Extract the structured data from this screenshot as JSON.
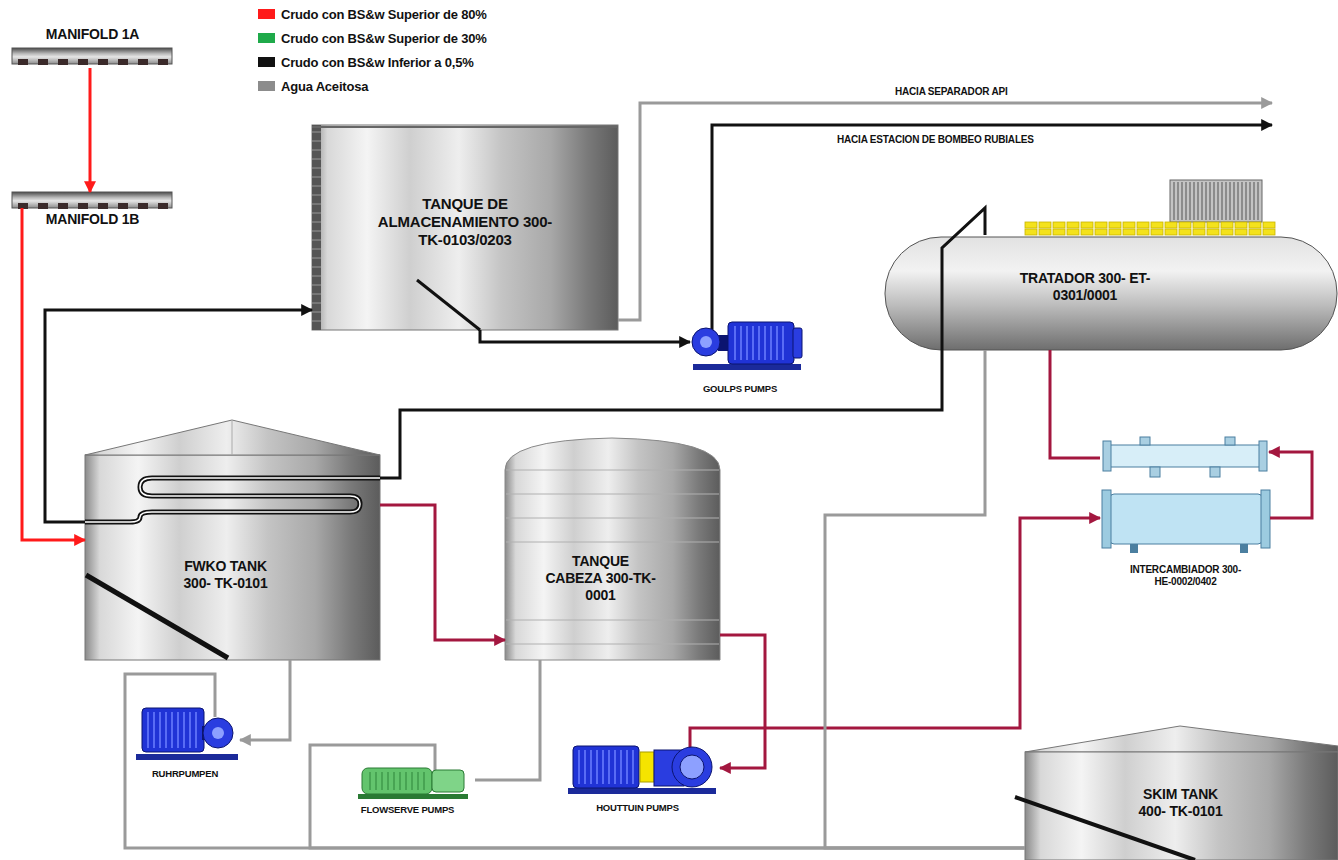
{
  "diagram": {
    "nodes": [
      {
        "text": [
          "MANIFOLD 1A"
        ]
      },
      {
        "text": [
          "MANIFOLD 1B"
        ]
      },
      {
        "text": [
          "TANQUE DE ALMACENAMIENTO 300- TK-0103/0203"
        ]
      },
      {
        "text": [
          "TRATADOR 300- ET-0301/0001"
        ]
      },
      {
        "text": [
          "GOULPS PUMPS"
        ]
      },
      {
        "text": [
          "FWKO TANK 300- TK-0101"
        ]
      },
      {
        "text": [
          "TANQUE CABEZA 300-TK- 0001"
        ]
      },
      {
        "text": [
          "INTERCAMBIADOR 300-HE-0002/0402"
        ]
      },
      {
        "text": [
          "RUHRPUMPEN"
        ]
      },
      {
        "text": [
          "FLOWSERVE PUMPS"
        ]
      },
      {
        "text": [
          "HOUTTUIN PUMPS"
        ]
      },
      {
        "text": [
          "SKIM TANK 400- TK-0101"
        ]
      }
    ],
    "edges": [
      {
        "from": 0,
        "to": 1,
        "arrow": "to"
      },
      {
        "from": 1,
        "to": 5,
        "arrow": "to"
      },
      {
        "from": 5,
        "to": 6,
        "arrow": "to"
      },
      {
        "from": 6,
        "to": 10,
        "arrow": "to"
      },
      {
        "from": 10,
        "to": 7,
        "arrow": "to"
      },
      {
        "from": 7,
        "to": 3,
        "arrow": "none"
      },
      {
        "from": 3,
        "to": 5,
        "arrow": "none"
      },
      {
        "from": 5,
        "to": 2,
        "arrow": "to"
      },
      {
        "from": 2,
        "to": 4,
        "arrow": "to"
      },
      {
        "from": 5,
        "to": 8,
        "arrow": "to"
      },
      {
        "from": 8,
        "to": 11,
        "arrow": "none"
      },
      {
        "from": 6,
        "to": 9,
        "arrow": "none"
      },
      {
        "from": 9,
        "to": 11,
        "arrow": "none"
      },
      {
        "from": 3,
        "to": 11,
        "arrow": "none"
      }
    ],
    "labels": [
      "HACIA SEPARADOR API",
      "HACIA ESTACION DE BOMBEO RUBIALES"
    ],
    "legend": [
      {
        "text": "Crudo con BS&w Superior de 80%",
        "color": "#ff1a1a"
      },
      {
        "text": "Crudo con BS&w Superior de 30%",
        "color": "#1faa4a"
      },
      {
        "text": "Crudo con BS&w Inferior a 0,5%",
        "color": "#111111"
      },
      {
        "text": "Agua Aceitosa",
        "color": "#8c8c8c"
      }
    ]
  }
}
